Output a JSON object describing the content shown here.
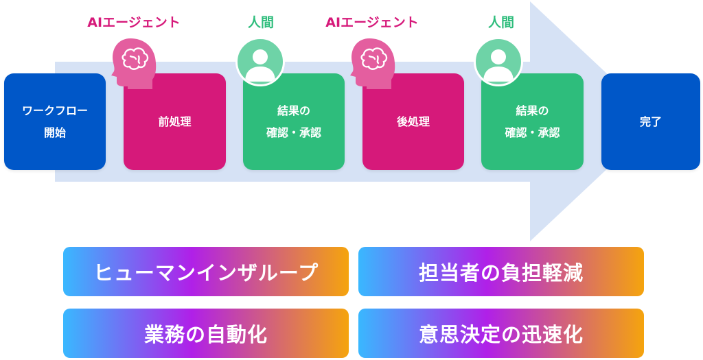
{
  "roles": {
    "ai_1": "AIエージェント",
    "human_1": "人間",
    "ai_2": "AIエージェント",
    "human_2": "人間"
  },
  "steps": [
    {
      "label": "ワークフロー\n開始",
      "kind": "start"
    },
    {
      "label": "前処理",
      "kind": "ai"
    },
    {
      "label": "結果の\n確認・承認",
      "kind": "human"
    },
    {
      "label": "後処理",
      "kind": "ai"
    },
    {
      "label": "結果の\n確認・承認",
      "kind": "human"
    },
    {
      "label": "完了",
      "kind": "end"
    }
  ],
  "benefits": [
    "ヒューマンインザループ",
    "担当者の負担軽減",
    "業務の自動化",
    "意思決定の迅速化"
  ],
  "colors": {
    "start_end": "#0057c8",
    "ai": "#d6197a",
    "human": "#2ebd7c",
    "arrow": "#d6e2f5",
    "gradient": [
      "#39b8ff",
      "#b020e8",
      "#f5a40d"
    ]
  },
  "icons": {
    "ai": "brain-head-icon",
    "human": "person-avatar-icon"
  }
}
